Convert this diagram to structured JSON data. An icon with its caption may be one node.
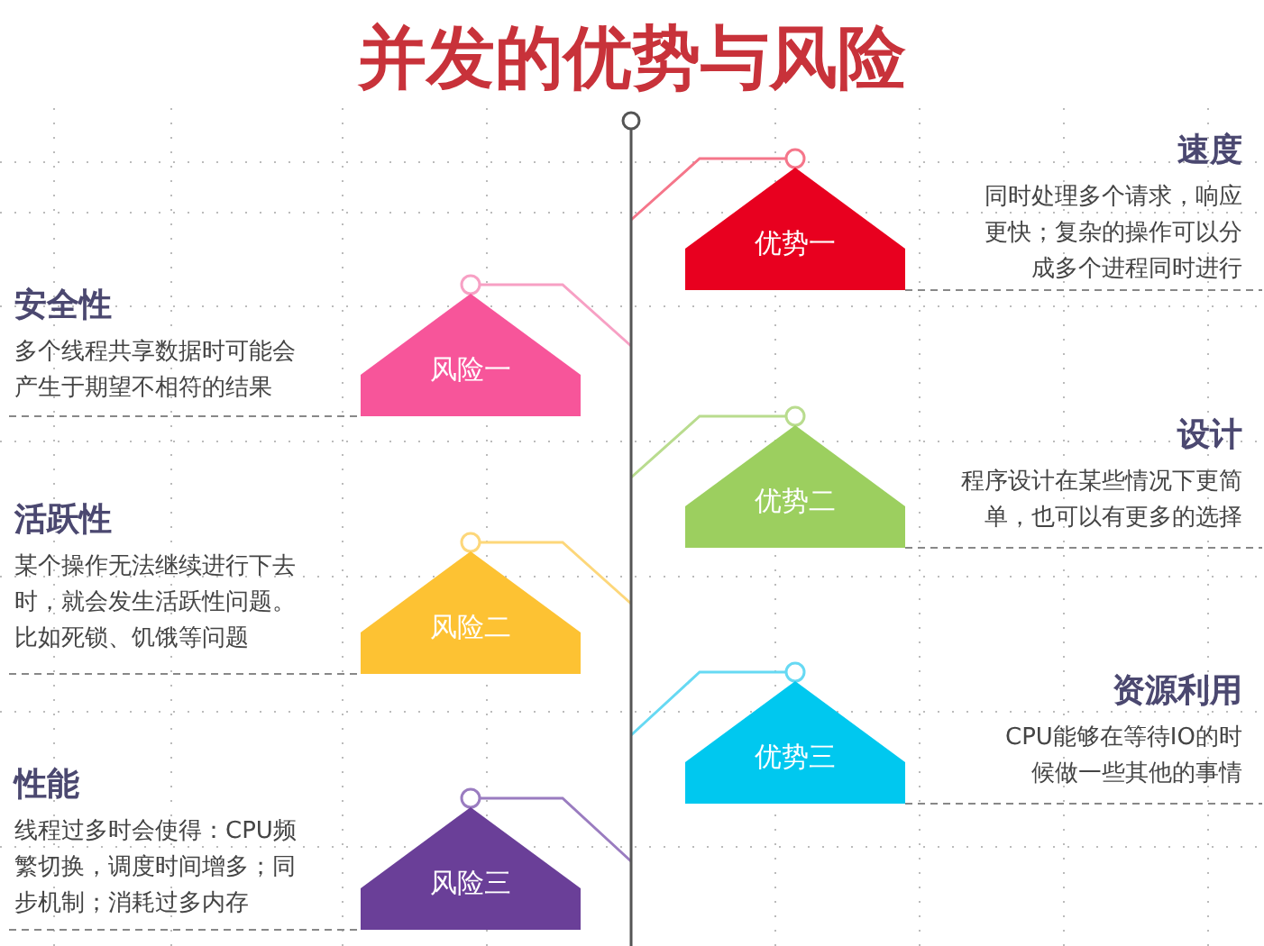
{
  "diagram": {
    "title": "并发的优势与风险",
    "nodes": [
      {
        "text": [
          "优势一"
        ],
        "beside": [
          "速度",
          "同时处理多个请求，响应更快；复杂的操作可以分成多个进程同时进行"
        ]
      },
      {
        "text": [
          "风险一"
        ],
        "beside": [
          "安全性",
          "多个线程共享数据时可能会产生于期望不相符的结果"
        ]
      },
      {
        "text": [
          "优势二"
        ],
        "beside": [
          "设计",
          "程序设计在某些情况下更简单，也可以有更多的选择"
        ]
      },
      {
        "text": [
          "风险二"
        ],
        "beside": [
          "活跃性",
          "某个操作无法继续进行下去时，就会发生活跃性问题。比如死锁、饥饿等问题"
        ]
      },
      {
        "text": [
          "优势三"
        ],
        "beside": [
          "资源利用",
          "CPU能够在等待IO的时候做一些其他的事情"
        ]
      },
      {
        "text": [
          "风险三"
        ],
        "beside": [
          "性能",
          "线程过多时会使得：CPU频繁切换，调度时间增多；同步机制；消耗过多内存"
        ]
      },
      {
        "text": [],
        "shape": "line"
      }
    ],
    "edges": [
      {
        "from": 0,
        "to": 6,
        "arrow": "other",
        "color": "#f5768a"
      },
      {
        "from": 1,
        "to": 6,
        "arrow": "other",
        "color": "#f7a0c4"
      },
      {
        "from": 2,
        "to": 6,
        "arrow": "other",
        "color": "#b9dc8e"
      },
      {
        "from": 3,
        "to": 6,
        "arrow": "other",
        "color": "#fdd77a"
      },
      {
        "from": 4,
        "to": 6,
        "arrow": "other",
        "color": "#66d9f3"
      },
      {
        "from": 5,
        "to": 6,
        "arrow": "other",
        "color": "#9a7cc0"
      }
    ]
  }
}
